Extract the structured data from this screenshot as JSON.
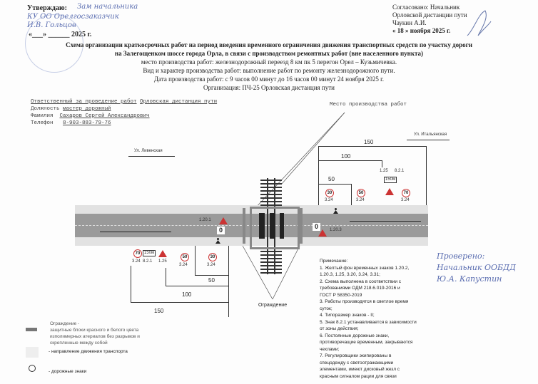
{
  "approval": {
    "left_label": "Утверждаю:",
    "left_hand": [
      "Зам начальника",
      "КУ ОО Орелгосзаказчик",
      "И.В. Гольцов"
    ],
    "left_date": "«___» ______ 2025 г.",
    "right_lines": [
      "Согласовано: Начальник",
      "Орловской дистанции пути",
      "Чаукин А.И."
    ],
    "right_date": "« 18 » ноября 2025 г."
  },
  "title": {
    "line1": "Схема организации краткосрочных работ    на период введения временного ограничения движения транспортных средств по участку дороги",
    "line2": "на Залегощенком шоссе города Орла, в связи с производством ремонтных работ (вне населенного пункта)",
    "place": "место производства работ: железнодорожный переезд 8 км пк 5 перегон Орел – Кузьмичевка.",
    "kind": "Вид и характер производства работ: выполнение работ по ремонту железнодорожного пути.",
    "date": "Дата производства работ: с 9 часов 00 минут до 16 часов 00 минут 24 ноября 2025 г.",
    "org": "Организация: ПЧ-25 Орловская дистанция пути"
  },
  "responsible": {
    "resp_label": "Ответственный за проведение работ",
    "resp_value": "Орловская дистанция пути",
    "position_label": "Должность",
    "position_value": "мастер дорожный",
    "name_label": "Фамилия",
    "name_value": "Сахаров Сергей Александрович",
    "phone_label": "Телефон",
    "phone_value": "8-903-883-79-76"
  },
  "diagram": {
    "work_site": "Место производства работ",
    "street_right": "Ул. Итальянская",
    "street_left": "Ул. Ливенская",
    "fence_label": "Ограждение",
    "dims": {
      "d150": "150",
      "d100": "100",
      "d50": "50"
    },
    "signs": {
      "s70": "70",
      "s50": "50",
      "s30": "30",
      "code_324": "3.24",
      "code_125": "1.25",
      "code_821": "8.2.1",
      "plate": "150м",
      "code_1201": "1.20.1",
      "code_1203": "1.20.3"
    }
  },
  "legend": {
    "fence_title": "Ограждение -",
    "fence_desc": [
      "защитные блоки красного и белого цвета",
      "изполимерных атериалов без разрывов и",
      "скрепленные между собой"
    ],
    "direction": "- направление движения транспорта",
    "signs": "- дорожные знаки"
  },
  "notes": {
    "title": "Примечание:",
    "items": [
      "1. Желтый фон временных знаков 1.20.2,",
      "1.20.3, 1.25, 3.20, 3.24, 3.31;",
      "2. Схема выполнена    в соответствии с",
      "требованиями ОДМ 218.6.019-2016 и",
      "ГОСТ Р 58350-2019",
      "3. Работы производятся в светлое время",
      "суток;",
      "4. Типоразмер знаков - II;",
      "5. Знак 8.2.1 устанавливается в зависимости",
      "от зоны действия;",
      "6. Постоянные дорожные знаки,",
      "противоречащие временным, закрываются",
      "чехлами;",
      "7. Регулировщики экипированы в",
      "спецодежду с светоотражающими",
      "элементами, имеют дисковый жезл с",
      "красным сигналом рации для связи"
    ]
  },
  "checked": {
    "lines": [
      "Проверено:",
      "Начальник ООБДД",
      "Ю.А. Капустин"
    ]
  }
}
